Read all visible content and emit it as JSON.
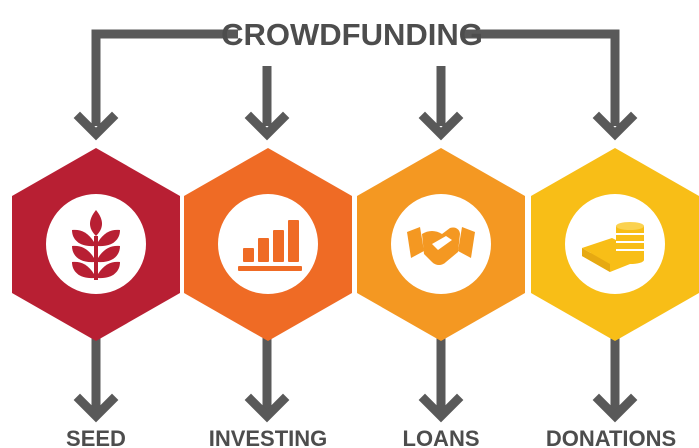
{
  "diagram": {
    "title": "CROWDFUNDING",
    "connector_color": "#595959",
    "categories": [
      {
        "label": "SEED",
        "icon": "wheat-icon",
        "color": "#b81f33"
      },
      {
        "label": "INVESTING",
        "icon": "bar-chart-icon",
        "color": "#ef6b25"
      },
      {
        "label": "LOANS",
        "icon": "handshake-icon",
        "color": "#f49822"
      },
      {
        "label": "DONATIONS",
        "icon": "money-coins-icon",
        "color": "#f8be17"
      }
    ]
  }
}
